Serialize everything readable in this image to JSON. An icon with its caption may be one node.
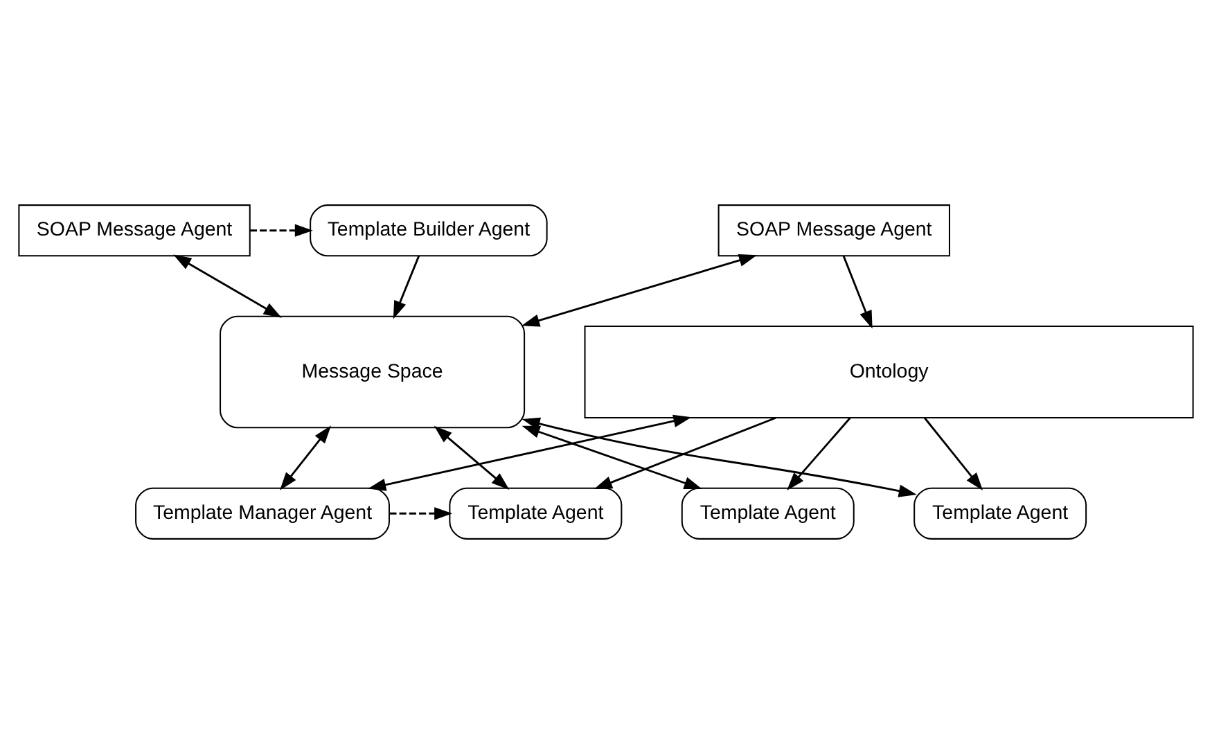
{
  "diagram": {
    "nodes": [
      {
        "text": [
          "SOAP Message Agent"
        ]
      },
      {
        "text": [
          "SOAP Message Agent"
        ]
      },
      {
        "text": [
          "Template Builder Agent"
        ]
      },
      {
        "text": [
          "Message Space"
        ]
      },
      {
        "text": [
          "Template Agent"
        ]
      },
      {
        "text": [
          "Template Agent"
        ]
      },
      {
        "text": [
          "Template Agent"
        ]
      },
      {
        "text": [
          "Template Manager Agent"
        ]
      },
      {
        "text": [
          "Ontology"
        ]
      }
    ],
    "edges": [
      {
        "from": 0,
        "to": 3,
        "arrow": "both"
      },
      {
        "from": 1,
        "to": 3,
        "arrow": "both"
      },
      {
        "from": 1,
        "to": 2,
        "arrow": "to",
        "style": "dashed"
      },
      {
        "from": 2,
        "to": 3,
        "arrow": "to"
      },
      {
        "from": 3,
        "to": 4,
        "arrow": "both"
      },
      {
        "from": 3,
        "to": 5,
        "arrow": "both"
      },
      {
        "from": 3,
        "to": 6,
        "arrow": "both"
      },
      {
        "from": 3,
        "to": 7,
        "arrow": "both"
      },
      {
        "from": 7,
        "to": 6,
        "arrow": "to",
        "style": "dashed"
      },
      {
        "from": 8,
        "to": 4,
        "arrow": "to"
      },
      {
        "from": 8,
        "to": 5,
        "arrow": "to"
      },
      {
        "from": 8,
        "to": 6,
        "arrow": "to"
      },
      {
        "from": 8,
        "to": 7,
        "arrow": "both"
      },
      {
        "from": 0,
        "to": 8,
        "arrow": "to"
      }
    ]
  }
}
